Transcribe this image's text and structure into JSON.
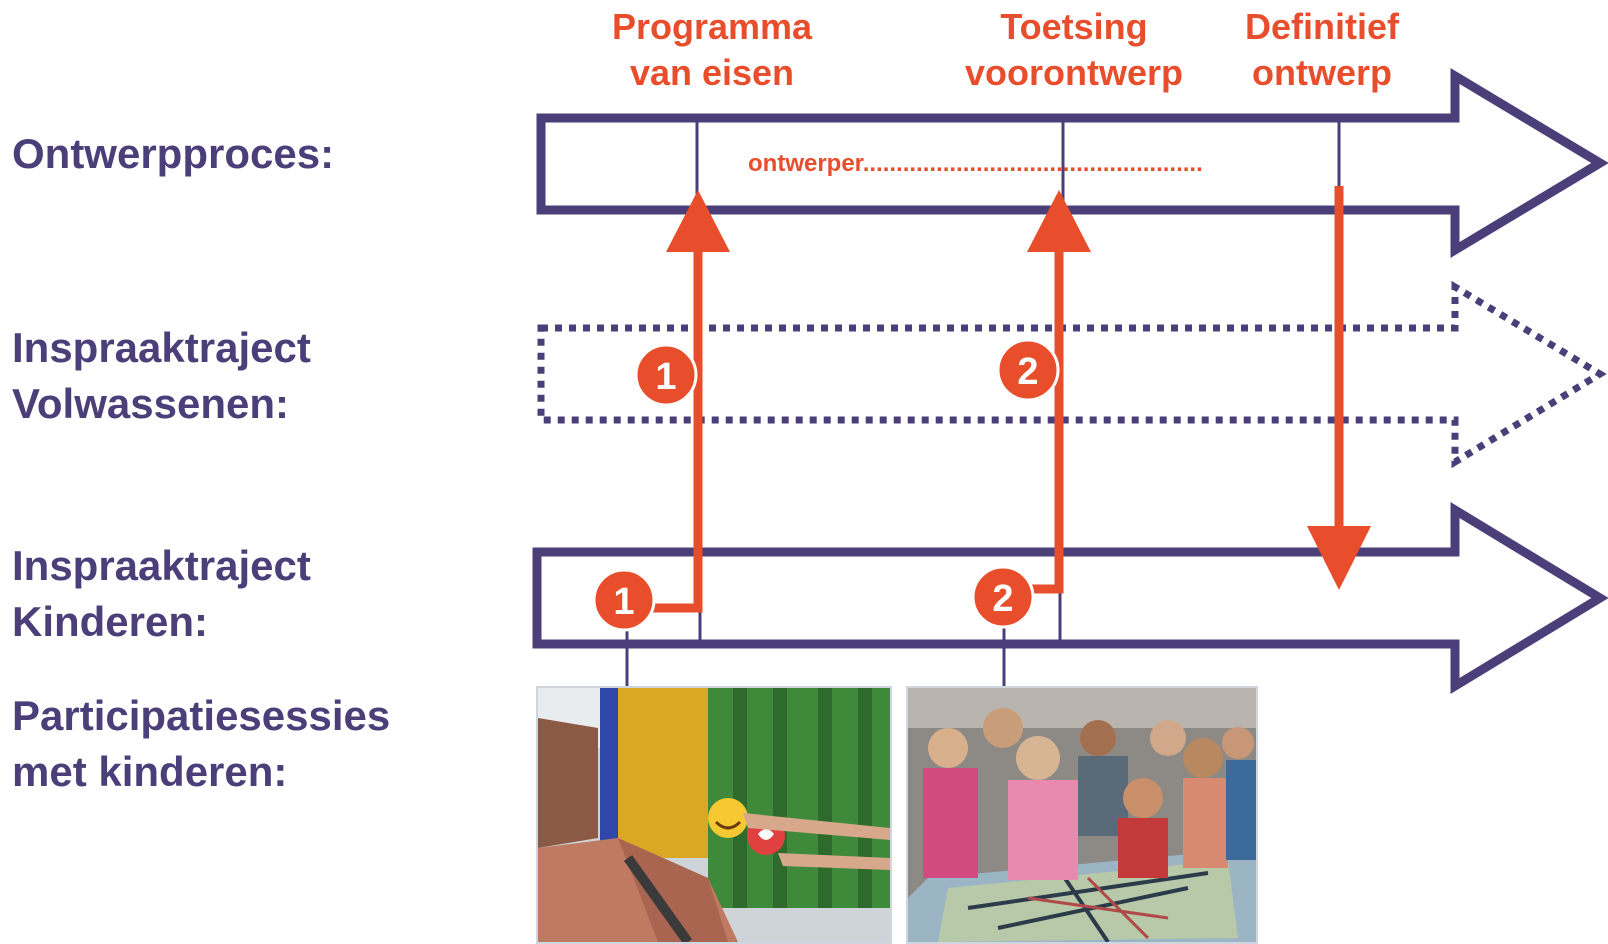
{
  "labels": {
    "design_process": "Ontwerpproces:",
    "adult_consultation_line1": "Inspraaktraject",
    "adult_consultation_line2": "Volwassenen:",
    "child_consultation_line1": "Inspraaktraject",
    "child_consultation_line2": "Kinderen:",
    "participation_line1": "Participatiesessies",
    "participation_line2": "met kinderen:"
  },
  "milestones": [
    {
      "line1": "Programma",
      "line2": "van eisen"
    },
    {
      "line1": "Toetsing",
      "line2": "voorontwerp"
    },
    {
      "line1": "Definitief",
      "line2": "ontwerp"
    }
  ],
  "designer_note": "ontwerper...................................................",
  "step_badges": [
    "1",
    "1",
    "2",
    "2"
  ],
  "colors": {
    "track": "#4a3f78",
    "accent": "#e84e2c",
    "background": "#ffffff"
  }
}
